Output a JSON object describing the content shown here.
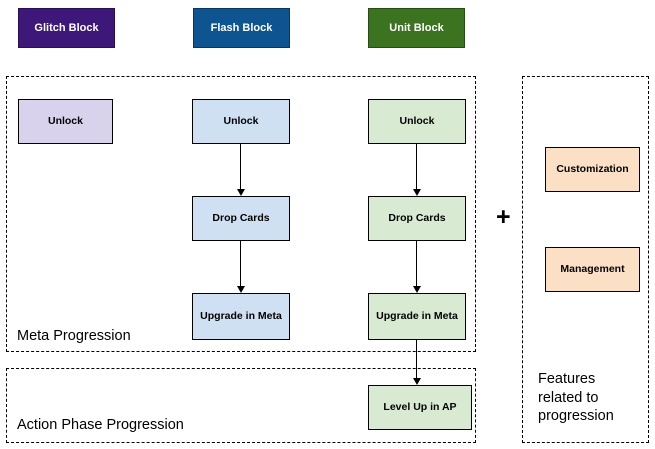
{
  "diagram": {
    "headers": [
      {
        "label": "Glitch Block",
        "color": "#3e1878"
      },
      {
        "label": "Flash Block",
        "color": "#0d5490"
      },
      {
        "label": "Unit Block",
        "color": "#3b7320"
      }
    ],
    "groups": {
      "meta": {
        "label": "Meta Progression"
      },
      "action": {
        "label": "Action Phase Progression"
      },
      "features": {
        "label": "Features related to progression"
      }
    },
    "operator": {
      "symbol": "+"
    },
    "columns": {
      "glitch": {
        "unlock": {
          "label": "Unlock",
          "color": "#d9d2ec"
        }
      },
      "flash": {
        "unlock": {
          "label": "Unlock",
          "color": "#cfe0f3"
        },
        "drop": {
          "label": "Drop Cards",
          "color": "#cfe0f3"
        },
        "upgrade": {
          "label": "Upgrade in Meta",
          "color": "#cfe0f3"
        }
      },
      "unit": {
        "unlock": {
          "label": "Unlock",
          "color": "#d9ead3"
        },
        "drop": {
          "label": "Drop Cards",
          "color": "#d9ead3"
        },
        "upgrade": {
          "label": "Upgrade in Meta",
          "color": "#d9ead3"
        },
        "levelup": {
          "label": "Level Up in AP",
          "color": "#d9ead3"
        }
      }
    },
    "features": [
      {
        "label": "Customization",
        "color": "#fbe0c6"
      },
      {
        "label": "Management",
        "color": "#fbe0c6"
      }
    ]
  }
}
